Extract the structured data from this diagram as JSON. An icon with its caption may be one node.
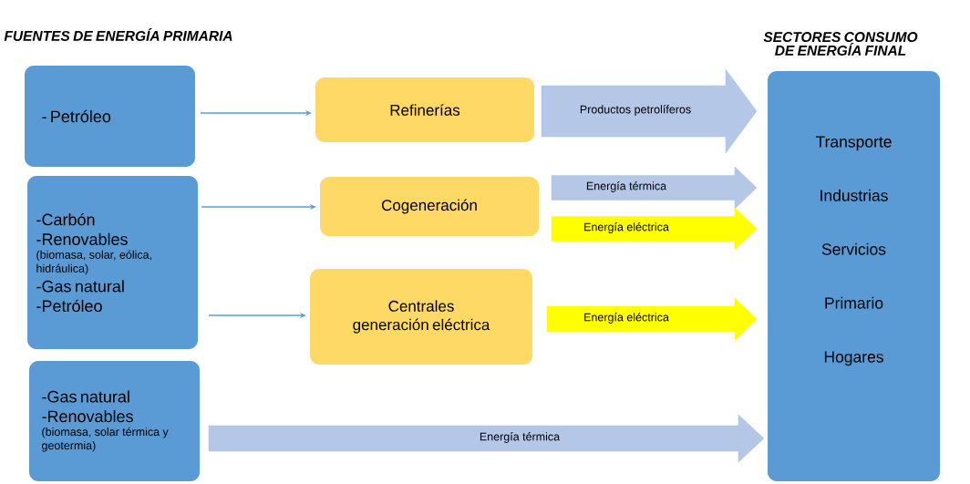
{
  "diagram": {
    "nodes": [
      {
        "text": [
          "- Petróleo"
        ]
      },
      {
        "text": [
          "-Carbón",
          "-Renovables",
          "(biomasa, solar, eólica, hidráulica)",
          "-Gas natural",
          "-Petróleo"
        ]
      },
      {
        "text": [
          "-Gas natural",
          "-Renovables",
          "(biomasa, solar térmica y geotermia)"
        ]
      },
      {
        "text": [
          "Refinerías"
        ]
      },
      {
        "text": [
          "Cogeneración"
        ]
      },
      {
        "text": [
          "Centrales generación eléctrica"
        ]
      },
      {
        "text": [
          "Transporte",
          "Industrias",
          "Servicios",
          "Primario",
          "Hogares"
        ]
      }
    ],
    "edges": [
      {
        "from": 0,
        "to": 3,
        "arrow": "to",
        "color": "#5b9bd5"
      },
      {
        "from": 1,
        "to": 4,
        "arrow": "to",
        "color": "#5b9bd5"
      },
      {
        "from": 1,
        "to": 5,
        "arrow": "to",
        "color": "#5b9bd5"
      },
      {
        "from": 3,
        "to": 6,
        "arrow": "to",
        "label": "Productos petrolíferos",
        "style": "thick",
        "color": "#b4c7e7"
      },
      {
        "from": 4,
        "to": 6,
        "arrow": "to",
        "label": "Energía térmica",
        "style": "thick",
        "color": "#b4c7e7"
      },
      {
        "from": 4,
        "to": 6,
        "arrow": "to",
        "label": "Energía eléctrica",
        "style": "thick",
        "color": "#ffff00"
      },
      {
        "from": 5,
        "to": 6,
        "arrow": "to",
        "label": "Energía eléctrica",
        "style": "thick",
        "color": "#ffff00"
      },
      {
        "from": 2,
        "to": 6,
        "arrow": "to",
        "label": "Energía térmica",
        "style": "thick",
        "color": "#b4c7e7"
      }
    ],
    "labels": [
      "FUENTES DE ENERGÍA PRIMARIA",
      "SECTORES CONSUMO DE ENERGÍA FINAL"
    ]
  }
}
